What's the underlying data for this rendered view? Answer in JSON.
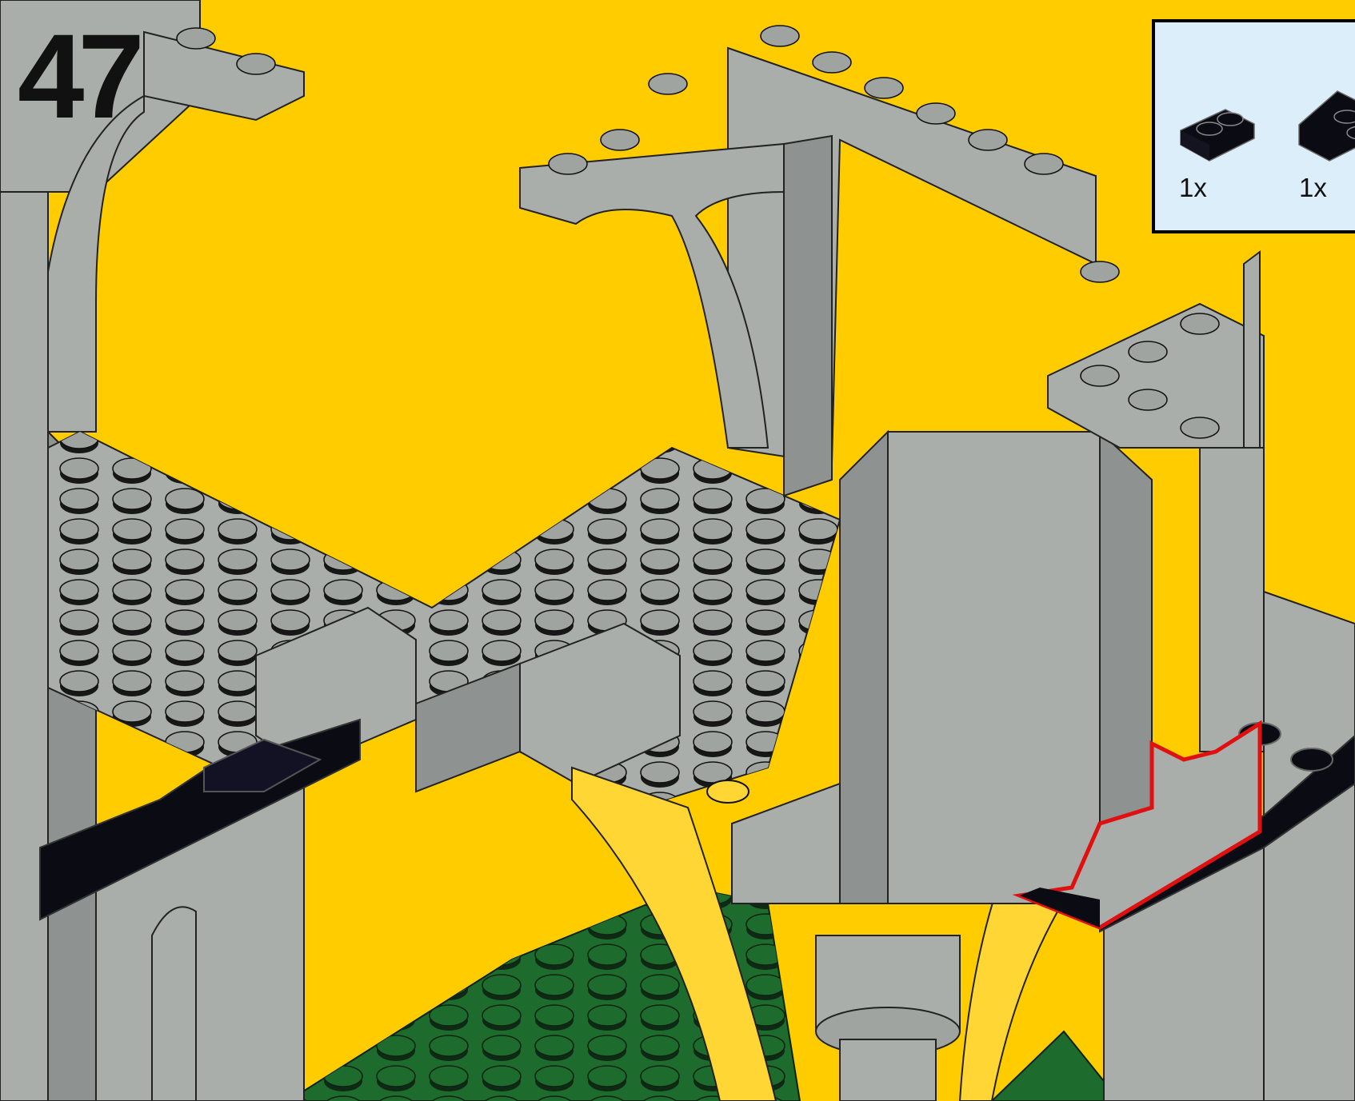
{
  "step": {
    "number": "47"
  },
  "parts_list": {
    "items": [
      {
        "qty": "1x",
        "icon": "black-plate-1x2-icon"
      },
      {
        "qty": "1x",
        "icon": "black-plate-1x2-icon"
      }
    ]
  },
  "colors": {
    "background": "#FFCC00",
    "brick_light_gray": "#A9AEAA",
    "brick_shadow_gray": "#8E9290",
    "stud_dark": "#171717",
    "baseplate_green": "#1E6B2E",
    "new_part_black": "#0B0B14",
    "highlight_red": "#E01010",
    "panel_bg": "#DCEEF9"
  }
}
